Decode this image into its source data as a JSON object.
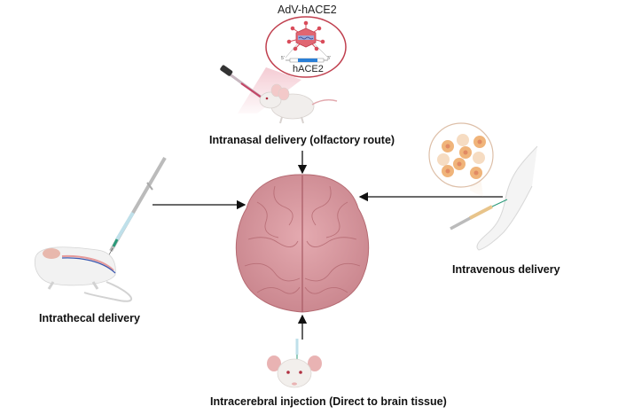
{
  "vector": {
    "title": "AdV-hACE2",
    "gene_label": "hACE2",
    "five_prime": "5'",
    "three_prime": "3'"
  },
  "routes": {
    "intranasal": "Intranasal delivery (olfactory route)",
    "intrathecal": "Intrathecal delivery",
    "intravenous": "Intravenous delivery",
    "intracerebral": "Intracerebral injection (Direct to brain tissue)"
  },
  "center": {
    "name": "brain"
  },
  "colors": {
    "brain": "#d99a9e",
    "brain_line": "#b56a72",
    "vector_red": "#d94c5a",
    "gene_blue": "#2a7fd6",
    "cell": "#f0b47a",
    "arrow": "#111111"
  }
}
